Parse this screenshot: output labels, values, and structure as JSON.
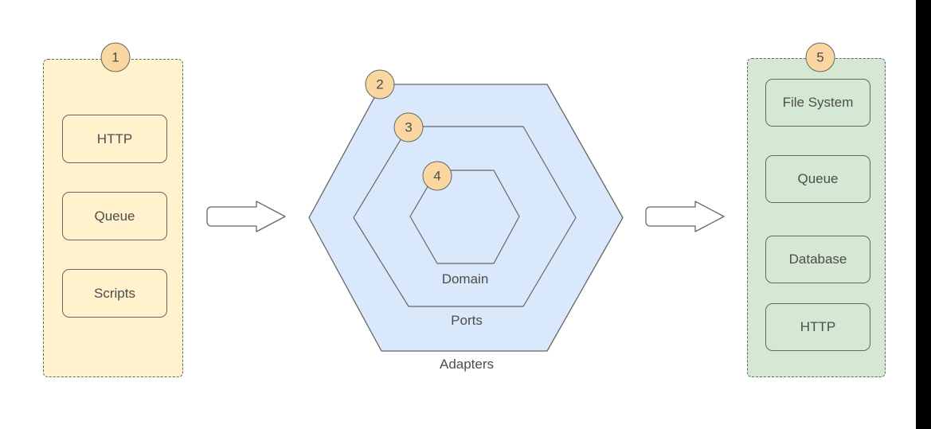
{
  "colors": {
    "source_panel_fill": "#FFF2CC",
    "target_panel_fill": "#D5E8D4",
    "hexagon_fill": "#DAE8FC",
    "badge_fill": "#FAD7A1",
    "stroke": "#666666",
    "text": "#4D4D4D",
    "edge_bar": "#000000"
  },
  "left_panel": {
    "badge": "1",
    "boxes": [
      "HTTP",
      "Queue",
      "Scripts"
    ]
  },
  "hexagon": {
    "outer": {
      "badge": "2",
      "label": "Adapters"
    },
    "middle": {
      "badge": "3",
      "label": "Ports"
    },
    "inner": {
      "badge": "4",
      "label": "Domain"
    }
  },
  "right_panel": {
    "badge": "5",
    "boxes": [
      "File System",
      "Queue",
      "Database",
      "HTTP"
    ]
  }
}
